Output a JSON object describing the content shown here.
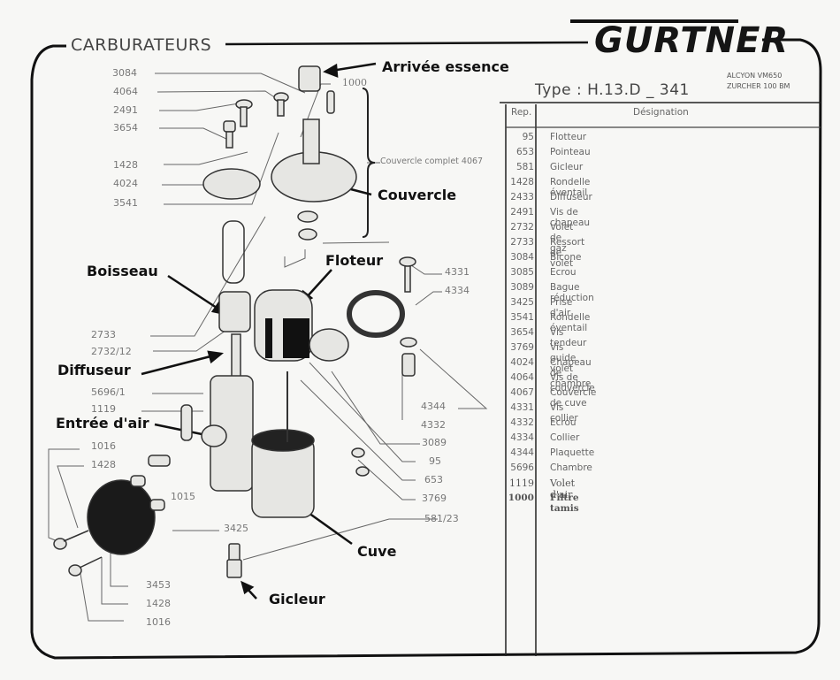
{
  "header": {
    "section_title": "CARBURATEURS",
    "brand": "GURTNER",
    "type_line": "Type :  H.13.D _ 341",
    "models": [
      "ALCYON VM650",
      "ZURCHER 100 BM"
    ]
  },
  "table": {
    "columns": [
      "Rep.",
      "Désignation"
    ],
    "rows": [
      {
        "rep": "95",
        "designation": "Flotteur"
      },
      {
        "rep": "653",
        "designation": "Pointeau"
      },
      {
        "rep": "581",
        "designation": "Gicleur"
      },
      {
        "rep": "1428",
        "designation": "Rondelle éventail"
      },
      {
        "rep": "2433",
        "designation": "Diffuseur"
      },
      {
        "rep": "2491",
        "designation": "Vis de chapeau"
      },
      {
        "rep": "2732",
        "designation": "Volet de gaz"
      },
      {
        "rep": "2733",
        "designation": "Ressort de volet"
      },
      {
        "rep": "3084",
        "designation": "Bicone"
      },
      {
        "rep": "3085",
        "designation": "Ecrou"
      },
      {
        "rep": "3089",
        "designation": "Bague réduction"
      },
      {
        "rep": "3425",
        "designation": "Prise d'air"
      },
      {
        "rep": "3541",
        "designation": "Rondelle éventail"
      },
      {
        "rep": "3654",
        "designation": "Vis tendeur"
      },
      {
        "rep": "3769",
        "designation": "Vis guide volet"
      },
      {
        "rep": "4024",
        "designation": "Chapeau de chambre"
      },
      {
        "rep": "4064",
        "designation": "Vis de couvercle"
      },
      {
        "rep": "4067",
        "designation": "Couvercle de cuve"
      },
      {
        "rep": "4331",
        "designation": "Vis collier"
      },
      {
        "rep": "4332",
        "designation": "Ecrou"
      },
      {
        "rep": "4334",
        "designation": "Collier"
      },
      {
        "rep": "4344",
        "designation": "Plaquette"
      },
      {
        "rep": "5696",
        "designation": "Chambre"
      },
      {
        "rep": "1119",
        "designation": "Volet d'air"
      },
      {
        "rep": "1000",
        "designation": "Filtre tamis"
      }
    ]
  },
  "callouts": {
    "arrivee_essence": "Arrivée essence",
    "couvercle": "Couvercle",
    "boisseau": "Boisseau",
    "floteur": "Floteur",
    "diffuseur": "Diffuseur",
    "entree_air": "Entrée d'air",
    "cuve": "Cuve",
    "gicleur": "Gicleur"
  },
  "diagram_labels": {
    "left_top": [
      "3084",
      "4064",
      "2491",
      "3654",
      "1428",
      "4024",
      "3541"
    ],
    "filter": "1000",
    "cover_assembly": "Couvercle complet 4067",
    "left_mid": [
      "2733",
      "2732/12",
      "5696/1",
      "1119"
    ],
    "left_bottom": [
      "1016",
      "1428",
      "1015",
      "3425",
      "3453",
      "1428",
      "1016"
    ],
    "right_clamp": [
      "4331",
      "4334",
      "4344",
      "4332"
    ],
    "right_bottom": [
      "3089",
      "95",
      "653",
      "3769",
      "581/23"
    ]
  }
}
